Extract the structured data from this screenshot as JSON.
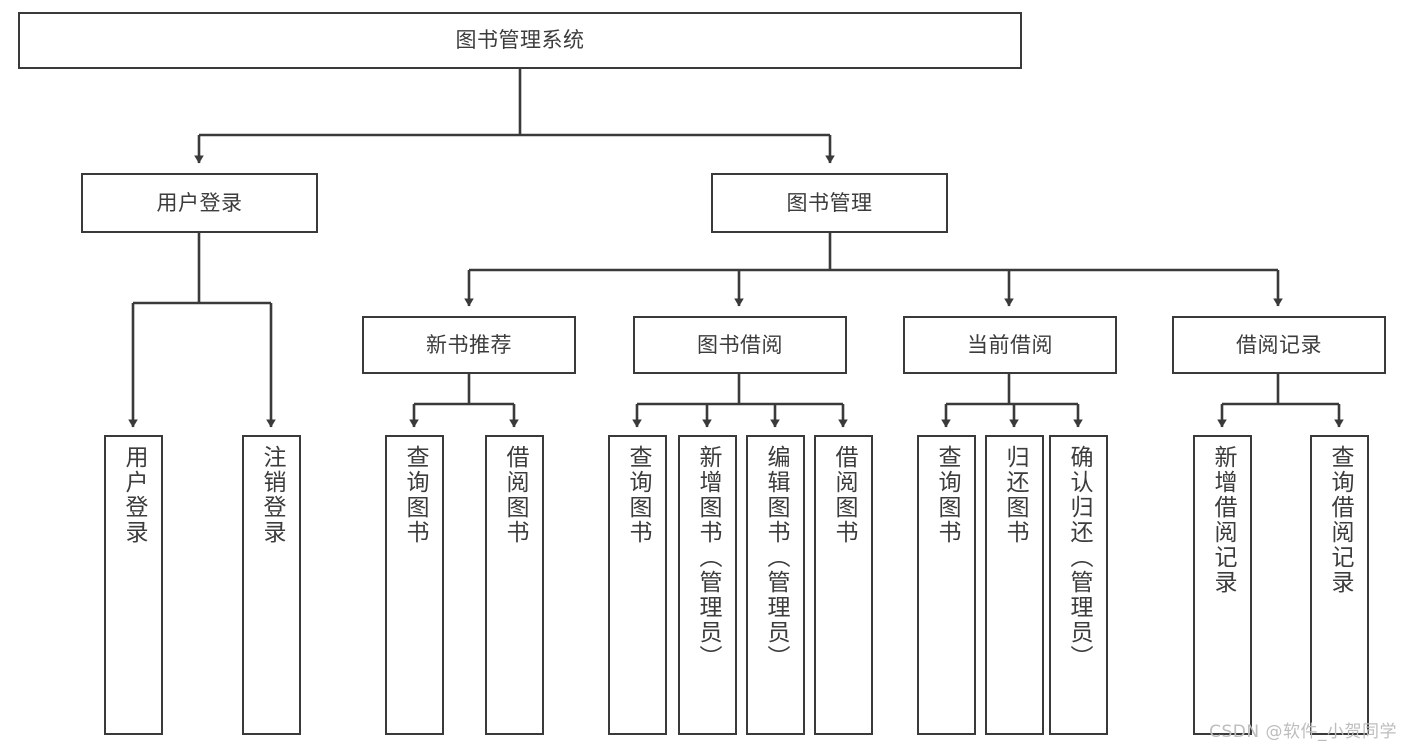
{
  "diagram": {
    "type": "tree",
    "title": "图书管理系统",
    "orientation": "top-down",
    "stroke_color": "#3a3a3a",
    "text_color": "#3c3c3c",
    "background": "#ffffff"
  },
  "nodes": {
    "root": {
      "label": "图书管理系统"
    },
    "level2": [
      {
        "id": "user-login",
        "label": "用户登录"
      },
      {
        "id": "book-manage",
        "label": "图书管理"
      }
    ],
    "level3": [
      {
        "id": "new-book-recommend",
        "label": "新书推荐"
      },
      {
        "id": "book-borrow",
        "label": "图书借阅"
      },
      {
        "id": "current-borrow",
        "label": "当前借阅"
      },
      {
        "id": "borrow-record",
        "label": "借阅记录"
      }
    ],
    "leaves": {
      "user-login": [
        {
          "id": "leaf-user-login",
          "label": "用户登录"
        },
        {
          "id": "leaf-logout",
          "label": "注销登录"
        }
      ],
      "new-book-recommend": [
        {
          "id": "leaf-query-book-1",
          "label": "查询图书"
        },
        {
          "id": "leaf-borrow-book-1",
          "label": "借阅图书"
        }
      ],
      "book-borrow": [
        {
          "id": "leaf-query-book-2",
          "label": "查询图书"
        },
        {
          "id": "leaf-add-book",
          "label": "新增图书（管理员）"
        },
        {
          "id": "leaf-edit-book",
          "label": "编辑图书（管理员）"
        },
        {
          "id": "leaf-borrow-book-2",
          "label": "借阅图书"
        }
      ],
      "current-borrow": [
        {
          "id": "leaf-query-book-3",
          "label": "查询图书"
        },
        {
          "id": "leaf-return-book",
          "label": "归还图书"
        },
        {
          "id": "leaf-confirm-return",
          "label": "确认归还（管理员）"
        }
      ],
      "borrow-record": [
        {
          "id": "leaf-add-record",
          "label": "新增借阅记录"
        },
        {
          "id": "leaf-query-record",
          "label": "查询借阅记录"
        }
      ]
    }
  },
  "watermark": {
    "text": "CSDN @软件_小贺同学"
  }
}
